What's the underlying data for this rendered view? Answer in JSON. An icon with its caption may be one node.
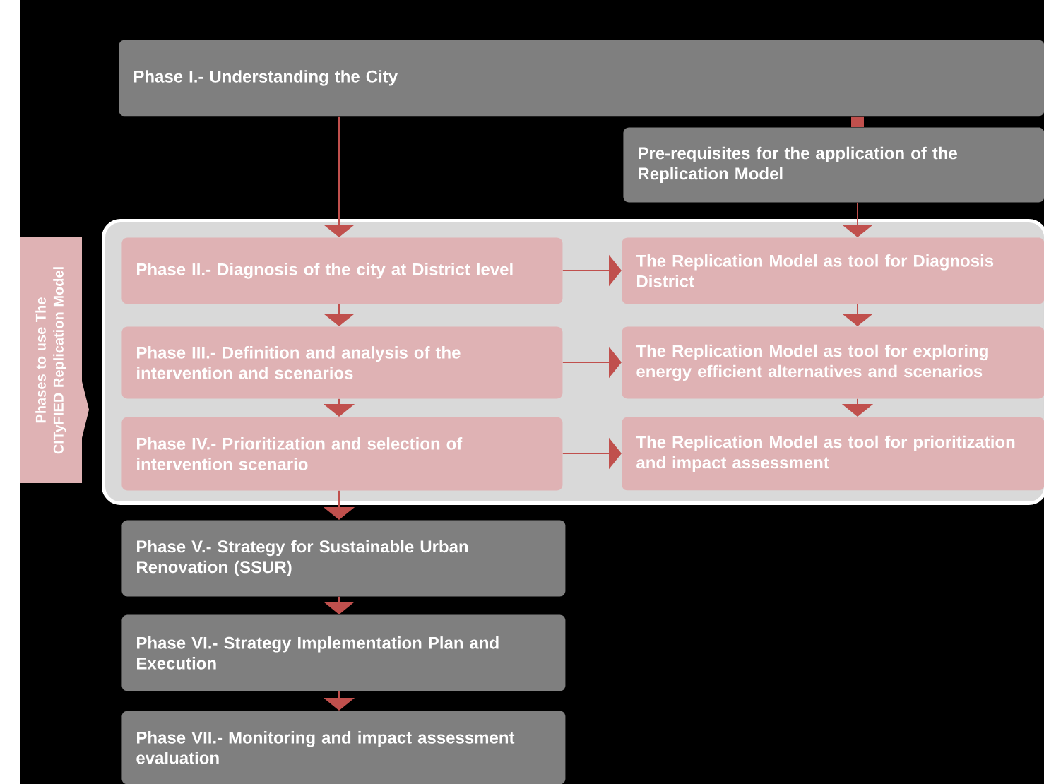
{
  "diagram": {
    "nodes": [
      {
        "text": [
          "Phase I.- Understanding the City"
        ]
      },
      {
        "text": [
          "Pre-requisites for the application of the Replication Model"
        ]
      },
      {
        "text": [
          "Phases to use The CITyFIED Replication Model"
        ]
      },
      {
        "text": [],
        "shape": "box"
      },
      {
        "text": [
          "Phase II.- Diagnosis of the city at District level"
        ],
        "in": 3
      },
      {
        "text": [
          "The Replication Model as tool for Diagnosis District"
        ],
        "in": 3
      },
      {
        "text": [
          "Phase III.- Definition and analysis of the intervention and scenarios"
        ],
        "in": 3
      },
      {
        "text": [
          "The Replication Model as tool for exploring energy efficient alternatives and scenarios"
        ],
        "in": 3
      },
      {
        "text": [
          "Phase IV.- Prioritization and selection of intervention scenario"
        ],
        "in": 3
      },
      {
        "text": [
          "The Replication Model as tool for prioritization and impact assessment"
        ],
        "in": 3
      },
      {
        "text": [
          "Phase V.- Strategy for Sustainable Urban Renovation (SSUR)"
        ]
      },
      {
        "text": [
          "Phase VI.- Strategy Implementation Plan and Execution"
        ]
      },
      {
        "text": [
          "Phase VII.- Monitoring and impact assessment evaluation"
        ]
      }
    ],
    "edges": [
      {
        "from": 0,
        "to": 4,
        "arrow": "to"
      },
      {
        "from": 0,
        "to": 1,
        "arrow": "none",
        "style": "thick"
      },
      {
        "from": 1,
        "to": 5,
        "arrow": "to"
      },
      {
        "from": 4,
        "to": 5,
        "arrow": "to"
      },
      {
        "from": 4,
        "to": 6,
        "arrow": "to"
      },
      {
        "from": 5,
        "to": 7,
        "arrow": "to"
      },
      {
        "from": 6,
        "to": 7,
        "arrow": "to"
      },
      {
        "from": 6,
        "to": 8,
        "arrow": "to"
      },
      {
        "from": 7,
        "to": 9,
        "arrow": "to"
      },
      {
        "from": 8,
        "to": 9,
        "arrow": "to"
      },
      {
        "from": 8,
        "to": 10,
        "arrow": "to"
      },
      {
        "from": 10,
        "to": 11,
        "arrow": "to"
      },
      {
        "from": 11,
        "to": 12,
        "arrow": "to"
      }
    ]
  }
}
